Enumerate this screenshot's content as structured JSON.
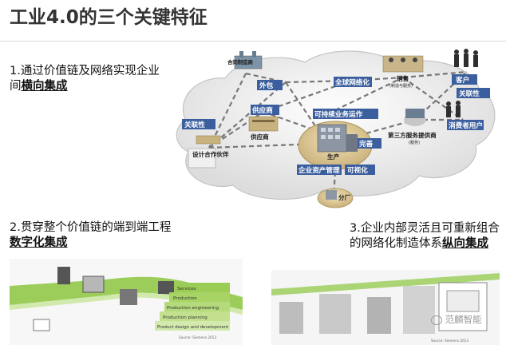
{
  "title": "工业4.0的三个关键特征",
  "points": {
    "p1_pre": "1.通过价值链及网络实现企业间",
    "p1_bold": "横向集成",
    "p2_pre": "2.贯穿整个价值链的端到端工程",
    "p2_bold": "数字化集成",
    "p3_pre": "3.企业内部灵活且可重新组合的网络化制造体系",
    "p3_bold": "纵向集成"
  },
  "network": {
    "contract_manufacturer": "合同制造商",
    "outsourcing": "外包",
    "global_network": "全球网络化",
    "sales": "销售",
    "sales_sub": "(制造与服务)",
    "customer": "客户",
    "associated_a": "关联性",
    "supplier_tag": "供应商",
    "supplier": "供应商",
    "sustainable_ops": "可持续业务运作",
    "associated_b": "关联性",
    "third_party": "第三方服务提供商",
    "third_party_sub": "(服务)",
    "consumer": "消费者用户",
    "design": "设计合作伙伴",
    "improve": "完善",
    "production": "生产",
    "asset_mgmt": "企业资产管理",
    "visualize": "可视化",
    "branch": "分厂"
  },
  "left_diagram": {
    "layers": [
      "Services",
      "Production",
      "Production engineering",
      "Production planning",
      "Product design and development"
    ],
    "source": "Source: Siemens 2013"
  },
  "right_diagram": {
    "source": "Source: Siemens 2013"
  },
  "watermark": "范麟智能",
  "colors": {
    "tag": "#3b5f9e",
    "green_band": "#8cc63f",
    "cloud": "#e8e8e8"
  }
}
